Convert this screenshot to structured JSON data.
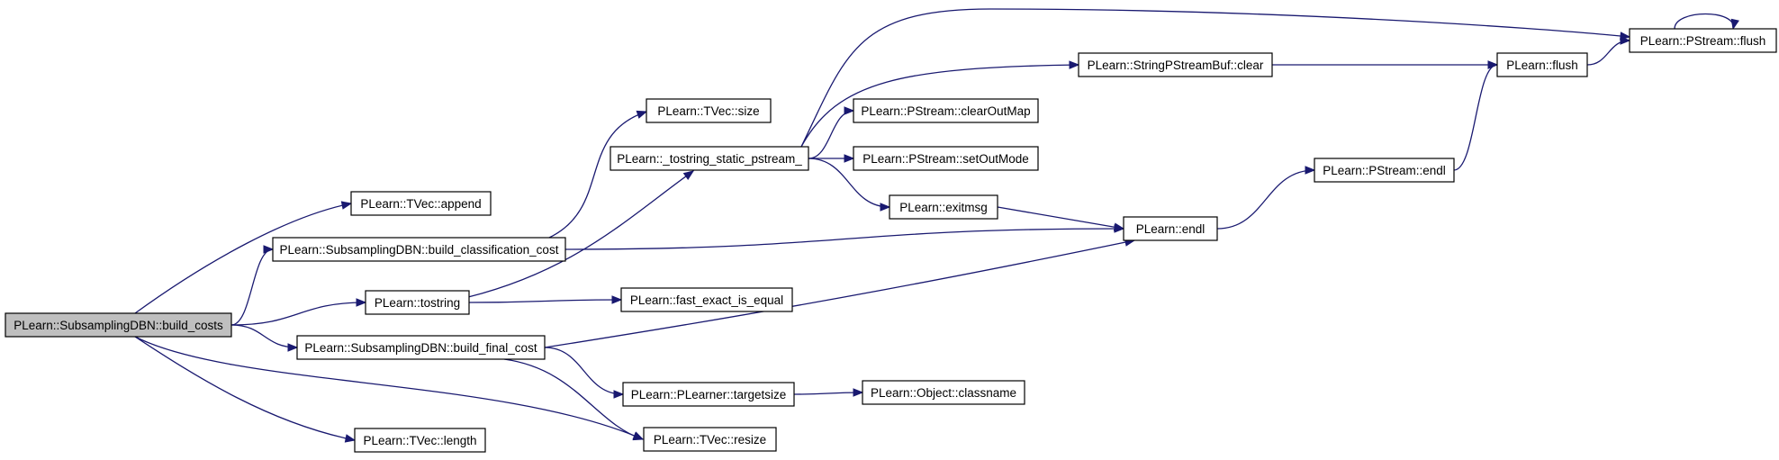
{
  "diagram": {
    "type": "call-graph",
    "colors": {
      "edge": "#191970",
      "root_fill": "#bfbfbf",
      "node_fill": "#ffffff",
      "border": "#000000"
    },
    "nodes": [
      {
        "id": "build_costs",
        "label": "PLearn::SubsamplingDBN::build_costs",
        "root": true
      },
      {
        "id": "append",
        "label": "PLearn::TVec::append"
      },
      {
        "id": "build_classification_cost",
        "label": "PLearn::SubsamplingDBN::build_classification_cost"
      },
      {
        "id": "tostring",
        "label": "PLearn::tostring"
      },
      {
        "id": "build_final_cost",
        "label": "PLearn::SubsamplingDBN::build_final_cost"
      },
      {
        "id": "length",
        "label": "PLearn::TVec::length"
      },
      {
        "id": "size",
        "label": "PLearn::TVec::size"
      },
      {
        "id": "tostring_static",
        "label": "PLearn::_tostring_static_pstream_"
      },
      {
        "id": "fast_exact",
        "label": "PLearn::fast_exact_is_equal"
      },
      {
        "id": "targetsize",
        "label": "PLearn::PLearner::targetsize"
      },
      {
        "id": "resize",
        "label": "PLearn::TVec::resize"
      },
      {
        "id": "sp_clear",
        "label": "PLearn::StringPStreamBuf::clear"
      },
      {
        "id": "clearOutMap",
        "label": "PLearn::PStream::clearOutMap"
      },
      {
        "id": "setOutMode",
        "label": "PLearn::PStream::setOutMode"
      },
      {
        "id": "exitmsg",
        "label": "PLearn::exitmsg"
      },
      {
        "id": "classname",
        "label": "PLearn::Object::classname"
      },
      {
        "id": "endl",
        "label": "PLearn::endl"
      },
      {
        "id": "ps_endl",
        "label": "PLearn::PStream::endl"
      },
      {
        "id": "flush",
        "label": "PLearn::flush"
      },
      {
        "id": "ps_flush",
        "label": "PLearn::PStream::flush"
      }
    ],
    "edges": [
      {
        "from": "build_costs",
        "to": "append"
      },
      {
        "from": "build_costs",
        "to": "build_classification_cost"
      },
      {
        "from": "build_costs",
        "to": "tostring"
      },
      {
        "from": "build_costs",
        "to": "build_final_cost"
      },
      {
        "from": "build_costs",
        "to": "length"
      },
      {
        "from": "build_costs",
        "to": "resize"
      },
      {
        "from": "build_classification_cost",
        "to": "size"
      },
      {
        "from": "build_classification_cost",
        "to": "endl"
      },
      {
        "from": "tostring",
        "to": "tostring_static"
      },
      {
        "from": "tostring",
        "to": "fast_exact"
      },
      {
        "from": "build_final_cost",
        "to": "targetsize"
      },
      {
        "from": "build_final_cost",
        "to": "resize"
      },
      {
        "from": "build_final_cost",
        "to": "endl"
      },
      {
        "from": "tostring_static",
        "to": "ps_flush"
      },
      {
        "from": "tostring_static",
        "to": "sp_clear"
      },
      {
        "from": "tostring_static",
        "to": "clearOutMap"
      },
      {
        "from": "tostring_static",
        "to": "setOutMode"
      },
      {
        "from": "tostring_static",
        "to": "exitmsg"
      },
      {
        "from": "targetsize",
        "to": "classname"
      },
      {
        "from": "sp_clear",
        "to": "flush"
      },
      {
        "from": "exitmsg",
        "to": "endl"
      },
      {
        "from": "endl",
        "to": "ps_endl"
      },
      {
        "from": "ps_endl",
        "to": "flush"
      },
      {
        "from": "flush",
        "to": "ps_flush"
      },
      {
        "from": "ps_flush",
        "to": "ps_flush"
      }
    ]
  }
}
